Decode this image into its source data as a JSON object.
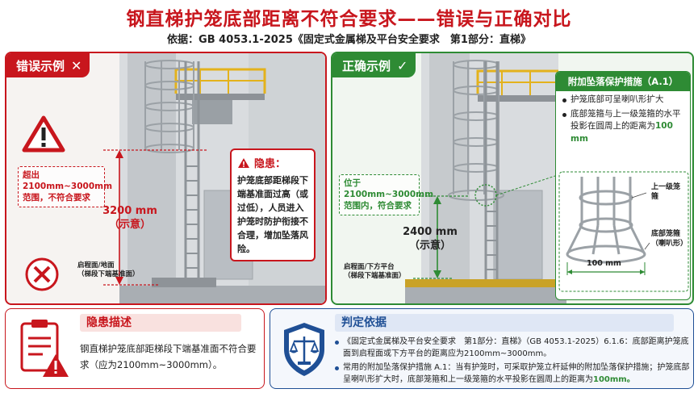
{
  "header": {
    "title": "钢直梯护笼底部距离不符合要求——错误与正确对比",
    "subtitle": "依据：GB 4053.1-2025《固定式金属梯及平台安全要求　第1部分：直梯》"
  },
  "wrong": {
    "tag": "错误示例",
    "tag_mark": "✕",
    "range_note": "超出2100mm~3000mm范围，不符合要求",
    "dimension_value": "3200 mm",
    "dimension_caption": "（示意）",
    "floor_label_1": "启程面/地面",
    "floor_label_2": "（梯段下端基准面）",
    "hazard_title": "隐患：",
    "hazard_text": "护笼底部距梯段下端基准面过高（或过低），人员进入护笼时防护衔接不合理，增加坠落风险。"
  },
  "right": {
    "tag": "正确示例",
    "tag_mark": "✓",
    "range_note": "位于2100mm~3000mm范围内，符合要求",
    "dimension_value": "2400 mm",
    "dimension_caption": "（示意）",
    "floor_label_1": "启程面/下方平台",
    "floor_label_2": "（梯段下端基准面）",
    "measure_title": "附加坠落保护措施（A.1）",
    "measure_item_1": "护笼底部可呈喇叭形扩大",
    "measure_item_2": "底部笼箍与上一级笼箍的水平投影在圆周上的距离为",
    "measure_item_2_value": "100 mm",
    "label_upper": "上一级笼箍",
    "label_bottom": "底部笼箍（喇叭形）",
    "label_width": "100 mm"
  },
  "hazard_desc": {
    "title": "隐患描述",
    "text": "钢直梯护笼底部距梯段下端基准面不符合要求（应为2100mm~3000mm）。"
  },
  "basis": {
    "title": "判定依据",
    "item_1": "《固定式金属梯及平台安全要求　第1部分：直梯》（GB 4053.1-2025）6.1.6：底部距离护笼底面到启程面或下方平台的距离应为2100mm~3000mm。",
    "item_2": "常用的附加坠落保护措施 A.1：当有护笼时，可采取护笼立杆延伸的附加坠落保护措施；护笼底部呈喇叭形扩大时，底部笼箍和上一级笼箍的水平投影在圆周上的距离为",
    "item_2_value": "100mm。"
  },
  "colors": {
    "red": "#c8161d",
    "green": "#2e8b34",
    "blue": "#1f4f95"
  }
}
